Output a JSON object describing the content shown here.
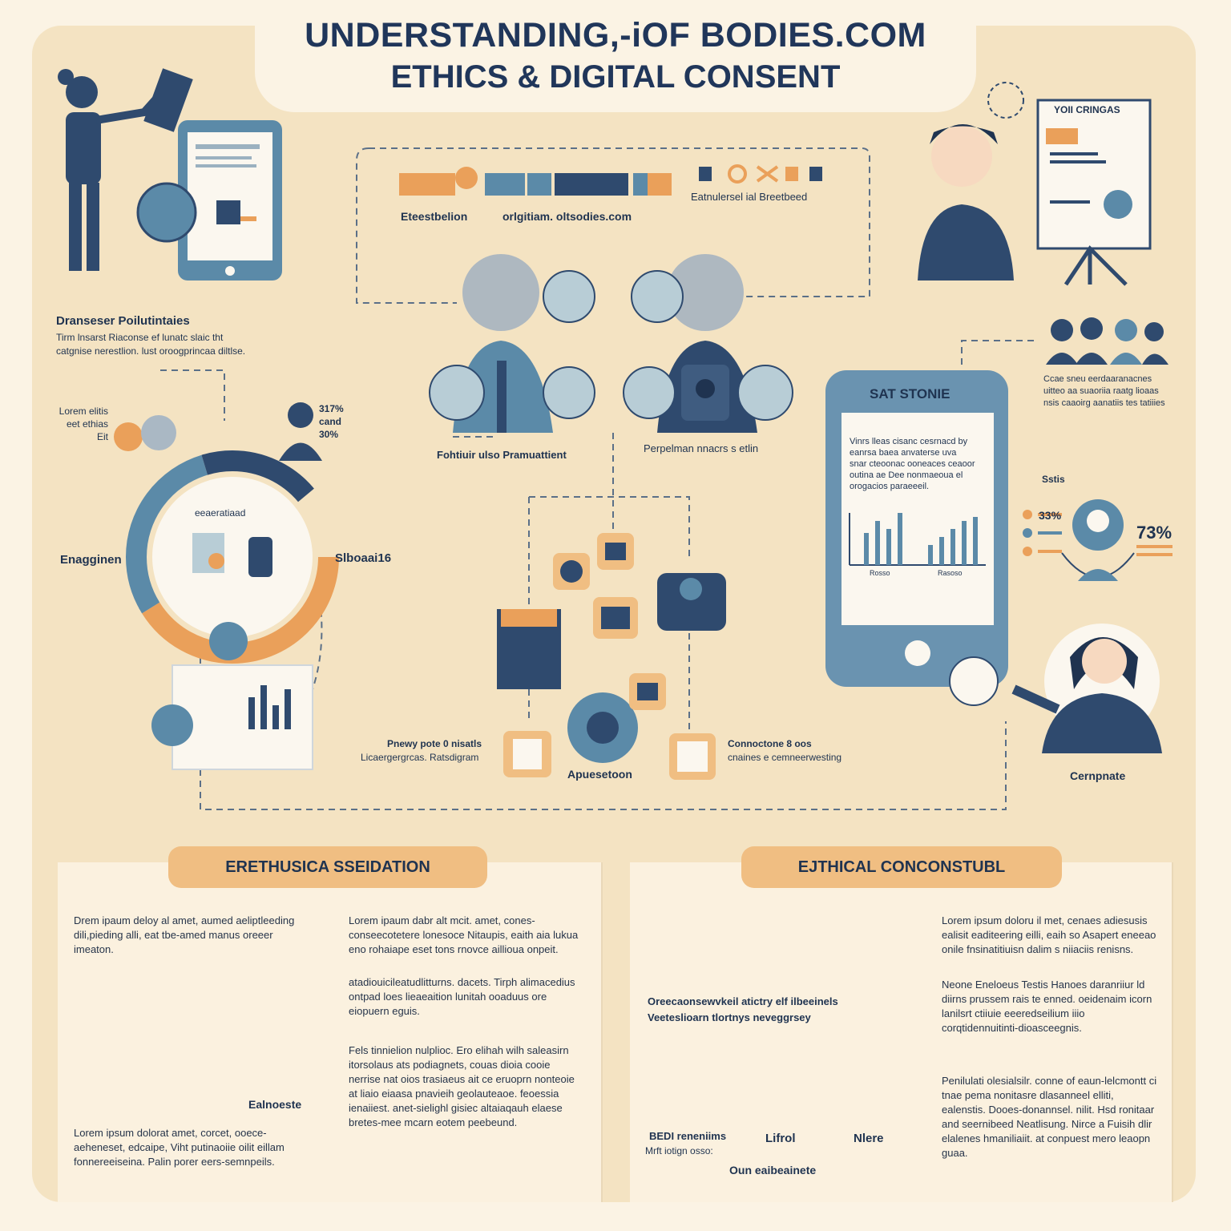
{
  "title": {
    "line1": "UNDERSTANDING,-iOF BODIES.COM",
    "line2": "ETHICS & DIGITAL CONSENT"
  },
  "colors": {
    "navy": "#2f4a6e",
    "blue": "#5b8aa8",
    "lightblue": "#b8cdd6",
    "orange": "#eaa05a",
    "cream": "#f4e3c2"
  },
  "top_left": {
    "heading": "Dranseser Poilutintaies",
    "desc1": "Tirm lnsarst Riaconse ef lunatc slaic tht",
    "desc2": "catgnise nerestlion. lust oroogprincaa diltlse."
  },
  "top_right": {
    "board_title": "YOII CRINGAS"
  },
  "flow_top": {
    "label_right": "Eatnulersel ial Breetbeed",
    "label_left": "Eteestbelion",
    "label_mid": "orlgitiam. oltsodies.com"
  },
  "mid": {
    "label_left": "Fohtiuir ulso Pramuattient",
    "label_right": "Perpelman nnacrs s etlin"
  },
  "cycle": {
    "label_top_left": "Lorem elitis\neet ethias\nEit",
    "label_top_right": "317%\ncand\n30%",
    "center": "eeaeratiaad",
    "left": "Enagginen",
    "right": "Slboaai16"
  },
  "bottom_flow": {
    "left_l1": "Pnewy pote 0 nisatls",
    "left_l2": "Licaergergrcas. Ratsdigram",
    "center": "Apuesetoon",
    "right_l1": "Connoctone 8 oos",
    "right_l2": "cnaines e cemneerwesting"
  },
  "phone": {
    "title": "SAT STONIE",
    "text": "Vinrs lleas cisanc cesrnacd by\neanrsa baea anvaterse uva\nsnar cteoonac ooneaces ceaoor\noutina ae Dee nonmaeoua el\norogacios paraeeeil.",
    "axis1": "Rosso",
    "axis2": "Rasoso"
  },
  "right_side": {
    "crowd_text": "Ccae sneu eerdaaranacnes\nuitteo aa suaoriia raatg lioaas\nnsis caaoirg aanatiis tes tatiiies",
    "stats_label": "Sstis",
    "pct_small": "33%",
    "pct_big": "73%",
    "person_label": "Cernpnate"
  },
  "panel_left": {
    "pill": "ERETHUSICA SSEIDATION",
    "p1": "Drem ipaum deloy al amet, aumed aeliptleeding dili,pieding alli, eat tbe-amed manus oreeer imeaton.",
    "p2": "Lorem ipaum dabr alt mcit. amet, cones-conseecotetere lonesoce Nitaupis, eaith aia lukua eno rohaiape eset tons rnovce aillioua onpeit.",
    "p3": "atadiouicileatudlitturns. dacets. Tirph alimacedius ontpad loes lieaeaition lunitah ooaduus ore eiopuern eguis.",
    "p4": "Fels tinnielion nulplioc. Ero elihah wilh saleasirn itorsolaus ats podiagnets, couas dioia cooie nerrise nat oios trasiaeus ait ce eruoprn nonteoie at liaio eiaasa pnavieih geolauteaoe. feoessia ienaiiest. anet-sielighl gisiec altaiaqauh elaese bretes-mee mcarn eotem peebeund.",
    "p5": "Lorem ipsum dolorat amet, corcet, ooece-aeheneset, edcaipe, Viht putinaoiie oilit eillam fonnereeiseina. Palin porer eers-semnpeils.",
    "icon_label": "Ealnoeste"
  },
  "panel_right": {
    "pill": "EJTHICAL CONCONSTUBL",
    "cap1": "Oreecaonsewvkeil atictry elf ilbeeinels",
    "cap2": "Veeteslioarn tlortnys neveggrsey",
    "circle1": "BEDI reneniims",
    "circle1b": "Mrft iotign osso:",
    "circle2": "Lifrol",
    "circle3": "Nlere",
    "footer": "Oun eaibeainete",
    "p1": "Lorem ipsum doloru il met, cenaes adiesusis ealisit eaditeering eilli, eaih so Asapert eneeao onile fnsinatitiuisn dalim s niiaciis renisns.",
    "p2": "Neone Eneloeus Testis Hanoes daranriiur ld diirns prussem rais te enned. oeidenaim icorn lanilsrt ctiiuie eeeredseilium iiio corqtidennuitinti-dioasceegnis.",
    "p3": "Penilulati olesialsilr. conne of eaun-lelcmontt ci tnae pema nonitasre dlasanneel elliti, ealenstis. Dooes-donannsel. nilit. Hsd ronitaar and seernibeed Neatlisung. Nirce a Fuisih dlir elalenes hmaniliaiit. at conpuest mero leaopn guaa."
  }
}
